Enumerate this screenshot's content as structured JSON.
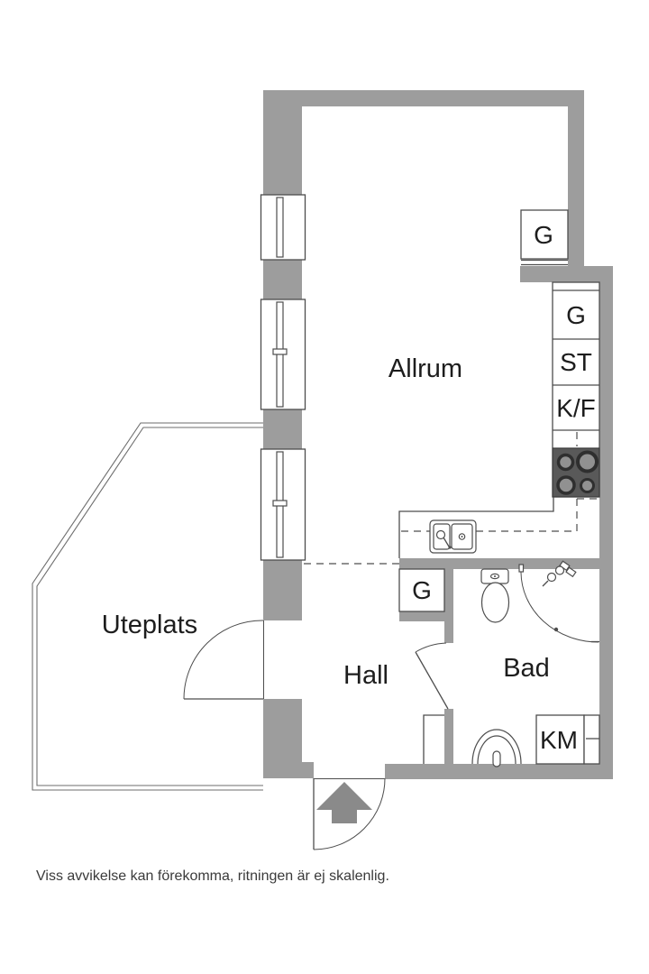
{
  "labels": {
    "allrum": "Allrum",
    "uteplats": "Uteplats",
    "hall": "Hall",
    "bad": "Bad",
    "closet_top": "G",
    "kitchen_cabinet_1": "G",
    "kitchen_cabinet_2": "ST",
    "kitchen_cabinet_3": "K/F",
    "hall_closet": "G",
    "washing_machine": "KM"
  },
  "disclaimer": "Viss avvikelse kan förekomma, ritningen är ej skalenlig.",
  "colors": {
    "wall": "#9d9d9d",
    "line": "#4d4d4d",
    "thin": "#6e6e6e",
    "stove": "#595959",
    "burner_ring": "#2f2f2f",
    "burner_center": "#919191",
    "arrow": "#8a8a8a",
    "text": "#1d1d1d",
    "disclaimer_text": "#3a3a3a"
  }
}
